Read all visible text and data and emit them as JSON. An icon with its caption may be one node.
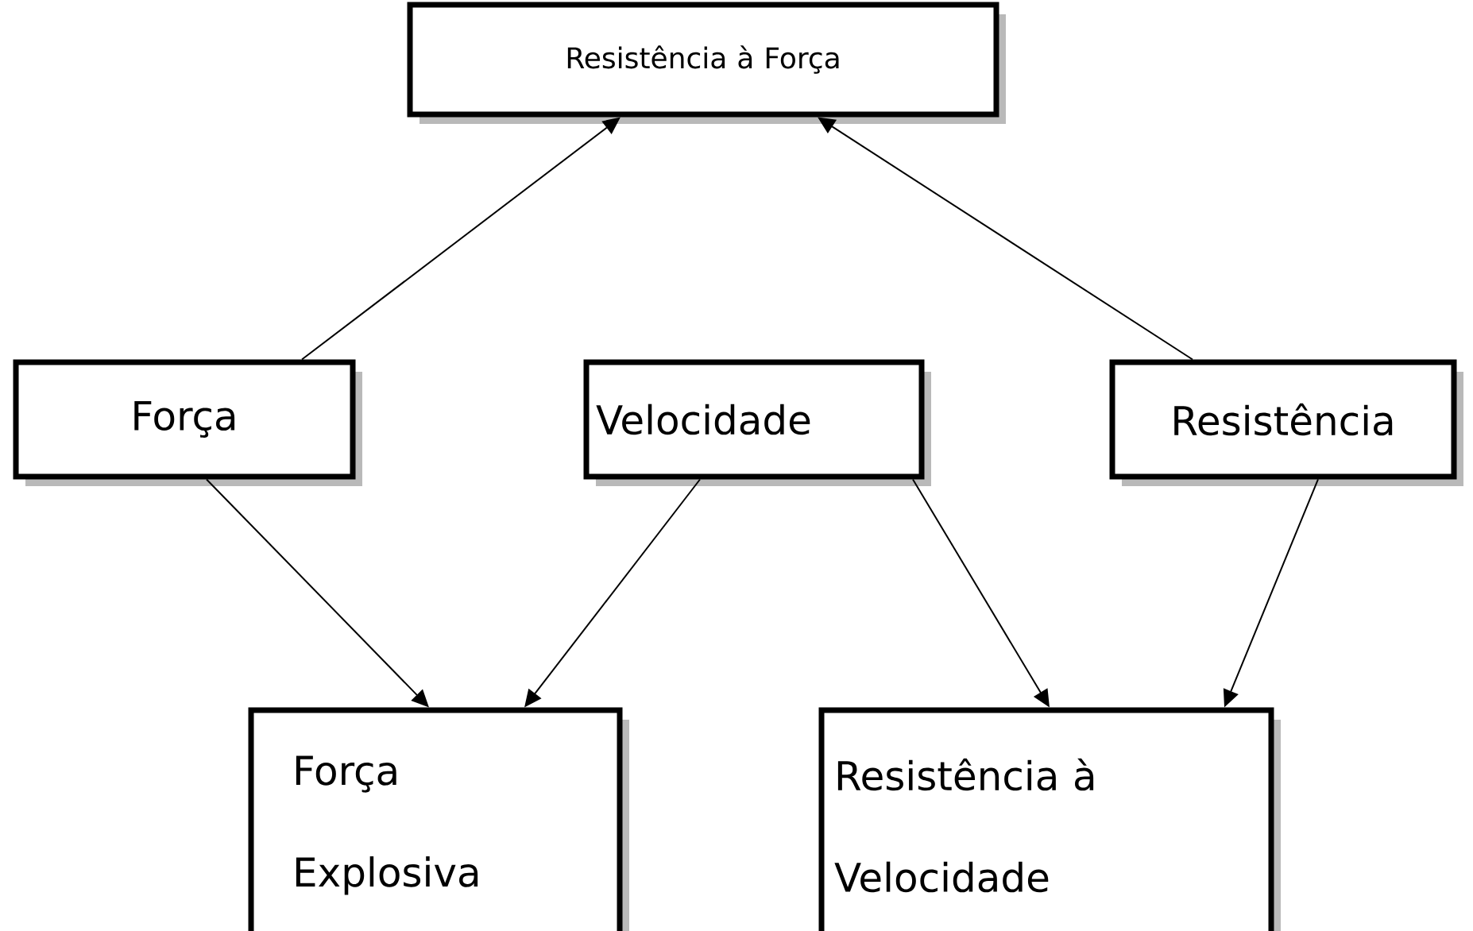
{
  "diagram": {
    "nodes": [
      {
        "text": [
          "Resistência à Força"
        ]
      },
      {
        "text": [
          "Força"
        ]
      },
      {
        "text": [
          "Velocidade"
        ]
      },
      {
        "text": [
          "Resistência"
        ]
      },
      {
        "text": [
          "Força Explosiva"
        ]
      },
      {
        "text": [
          "Resistência à Velocidade"
        ]
      }
    ],
    "edges": [
      {
        "from": 1,
        "to": 0,
        "arrow": "to"
      },
      {
        "from": 3,
        "to": 0,
        "arrow": "to"
      },
      {
        "from": 1,
        "to": 4,
        "arrow": "to"
      },
      {
        "from": 2,
        "to": 4,
        "arrow": "to"
      },
      {
        "from": 2,
        "to": 5,
        "arrow": "to"
      },
      {
        "from": 3,
        "to": 5,
        "arrow": "to"
      }
    ]
  }
}
